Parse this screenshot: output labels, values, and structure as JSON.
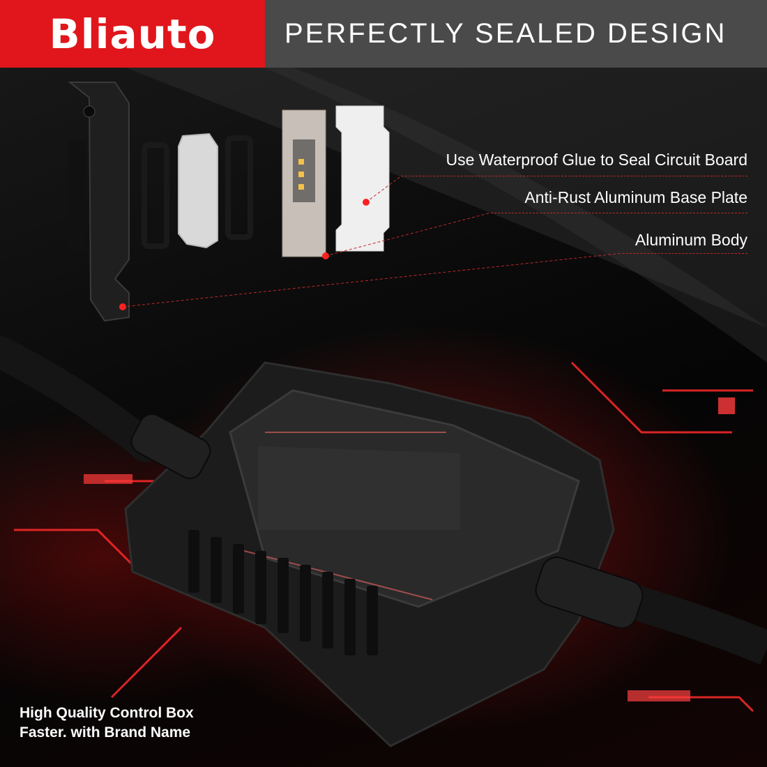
{
  "brand": {
    "logo_text": "Bliauto",
    "accent_color": "#e0161c",
    "header_bg": "#4a4a4a"
  },
  "header": {
    "title": "PERFECTLY SEALED DESIGN"
  },
  "callouts": [
    {
      "label": "Use Waterproof Glue to Seal Circuit Board"
    },
    {
      "label": "Anti-Rust Aluminum Base Plate"
    },
    {
      "label": "Aluminum Body"
    }
  ],
  "footer": {
    "line1": "High Quality Control Box",
    "line2": "Faster. with Brand Name"
  }
}
